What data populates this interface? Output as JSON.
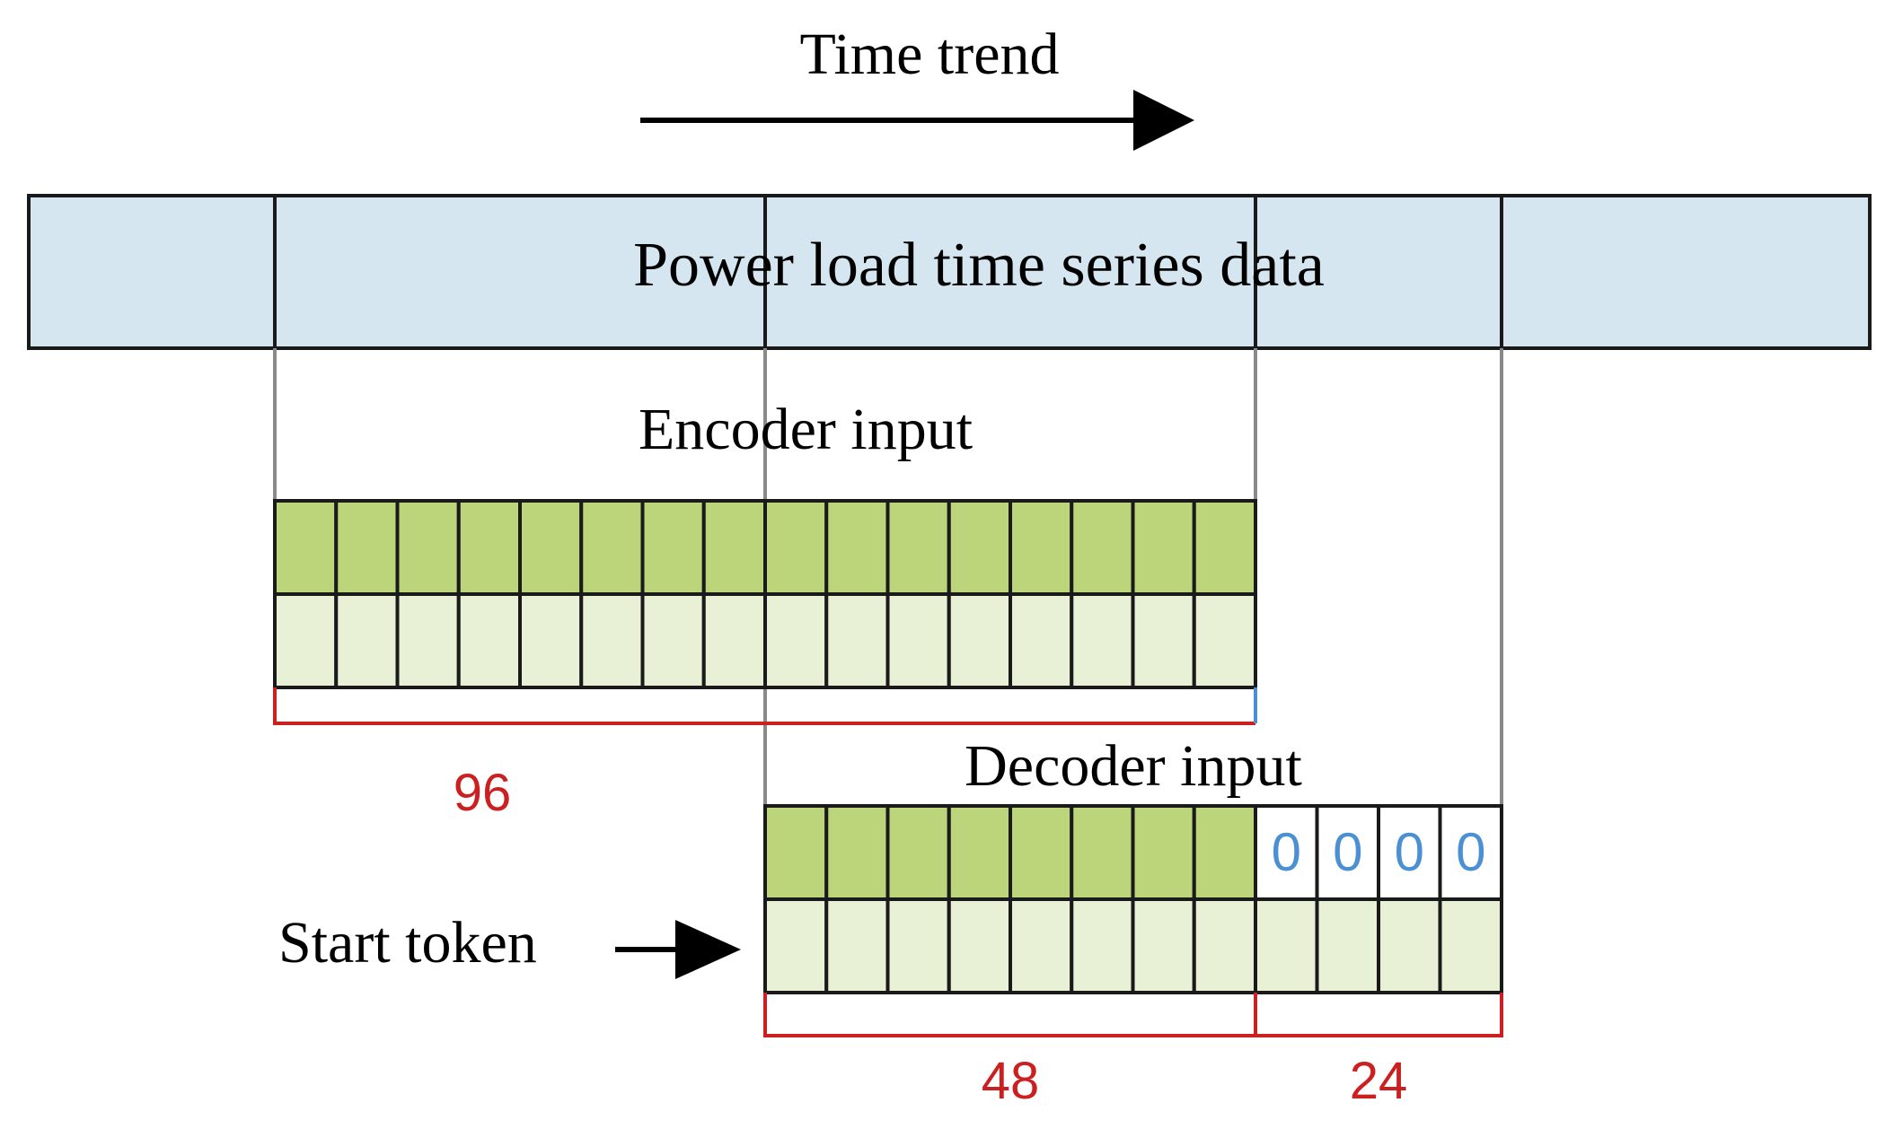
{
  "labels": {
    "time_trend": "Time trend",
    "series_bar": "Power load time series data",
    "encoder": "Encoder input",
    "decoder": "Decoder input",
    "start_token": "Start token"
  },
  "lengths": {
    "encoder": "96",
    "start_token": "48",
    "prediction": "24"
  },
  "encoder": {
    "cell_count": 16
  },
  "decoder": {
    "token_cells": 8,
    "placeholder_cells": 4,
    "placeholder_value": "0"
  },
  "colors": {
    "series_fill": "#d6e6f0",
    "cell_dark": "#bcd47a",
    "cell_light": "#e8f0d6",
    "outline": "#1a1a1a",
    "guide": "#8a8a8a",
    "bracket": "#cc1f1f",
    "bracket_end": "#4a8fd4",
    "zero": "#4a90d2"
  }
}
